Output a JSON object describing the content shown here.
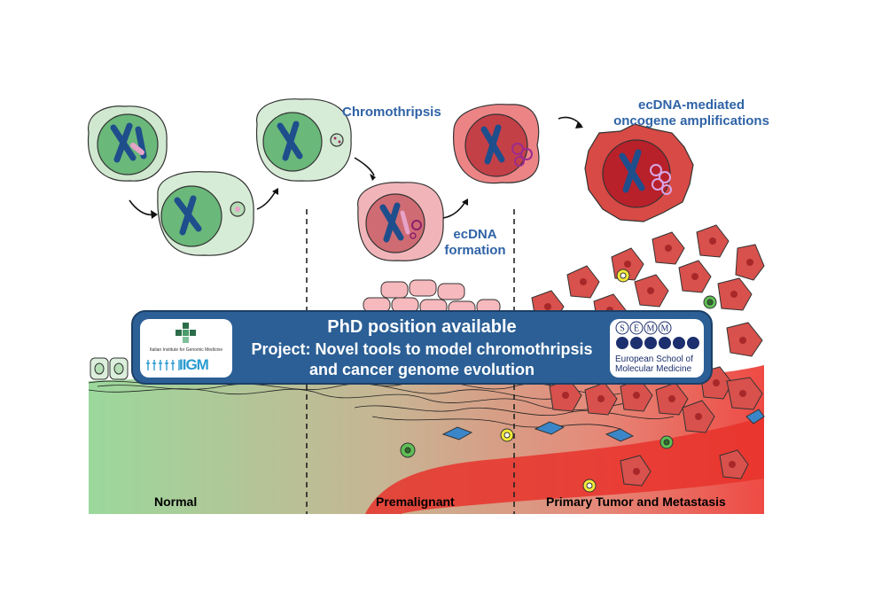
{
  "labels": {
    "chromothripsis": "Chromothripsis",
    "ecdna_formation_1": "ecDNA",
    "ecdna_formation_2": "formation",
    "ecdna_amp_1": "ecDNA-mediated",
    "ecdna_amp_2": "oncogene amplifications"
  },
  "stages": {
    "normal": "Normal",
    "premalignant": "Premalignant",
    "primary": "Primary Tumor and Metastasis"
  },
  "banner": {
    "title": "PhD position available",
    "line1": "Project: Novel tools to model chromothripsis",
    "line2": "and cancer genome evolution"
  },
  "logos": {
    "iigm_tagline": "Italian Institute for Genomic Medicine",
    "iigm_name": "IIGM",
    "semm_letters": [
      "S",
      "E",
      "M",
      "M"
    ],
    "semm_line1": "European School of",
    "semm_line2": "Molecular Medicine"
  },
  "colors": {
    "text_blue": "#2f63a6",
    "banner_blue": "#2b5f96",
    "normal_green": "#9ed59e",
    "tumor_red": "#e84a45",
    "chromosome_blue": "#1f4e8c"
  }
}
